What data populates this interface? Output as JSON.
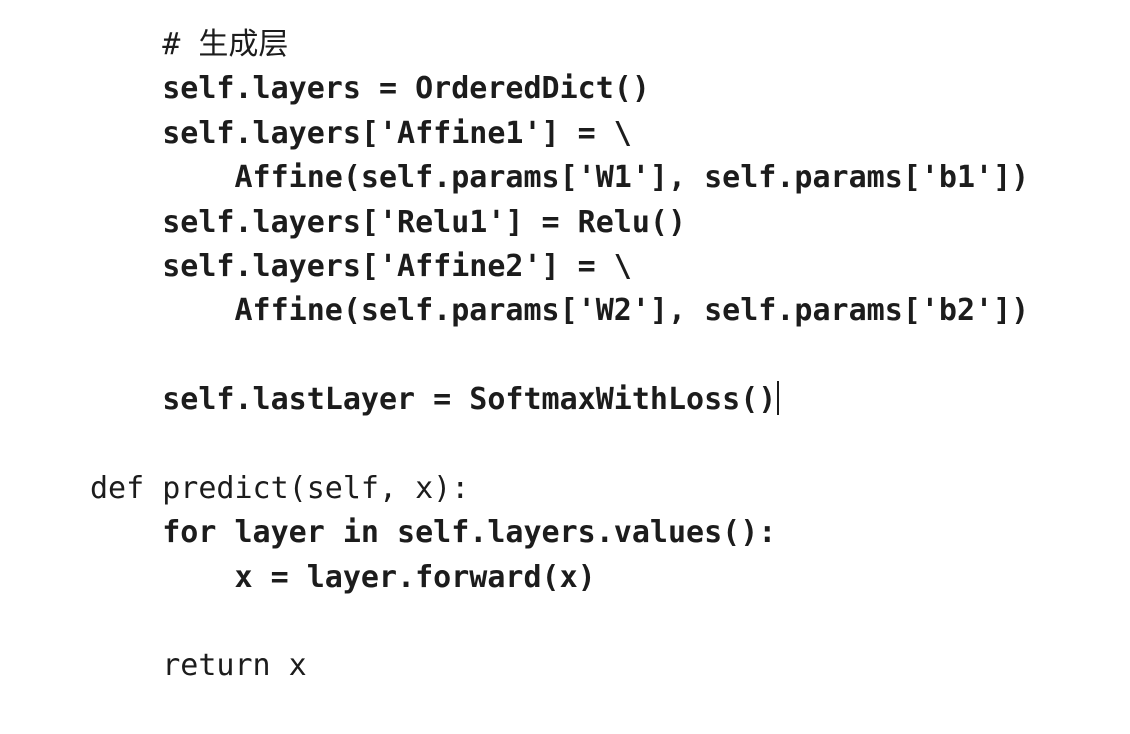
{
  "code": {
    "lines": [
      {
        "indent": "    ",
        "text": "# 生成层",
        "bold": false
      },
      {
        "indent": "    ",
        "text": "self.layers = OrderedDict()",
        "bold": true
      },
      {
        "indent": "    ",
        "text": "self.layers['Affine1'] = \\",
        "bold": true
      },
      {
        "indent": "        ",
        "text": "Affine(self.params['W1'], self.params['b1'])",
        "bold": true
      },
      {
        "indent": "    ",
        "text": "self.layers['Relu1'] = Relu()",
        "bold": true
      },
      {
        "indent": "    ",
        "text": "self.layers['Affine2'] = \\",
        "bold": true
      },
      {
        "indent": "        ",
        "text": "Affine(self.params['W2'], self.params['b2'])",
        "bold": true
      },
      {
        "indent": "",
        "text": "",
        "bold": false
      },
      {
        "indent": "    ",
        "text": "self.lastLayer = SoftmaxWithLoss()",
        "bold": true
      },
      {
        "indent": "",
        "text": "",
        "bold": false
      },
      {
        "indent": "",
        "text": "def predict(self, x):",
        "bold": false
      },
      {
        "indent": "    ",
        "text": "for layer in self.layers.values():",
        "bold": true
      },
      {
        "indent": "        ",
        "text": "x = layer.forward(x)",
        "bold": true
      },
      {
        "indent": "",
        "text": "",
        "bold": false
      },
      {
        "indent": "    ",
        "text": "return x",
        "bold": false
      }
    ]
  }
}
